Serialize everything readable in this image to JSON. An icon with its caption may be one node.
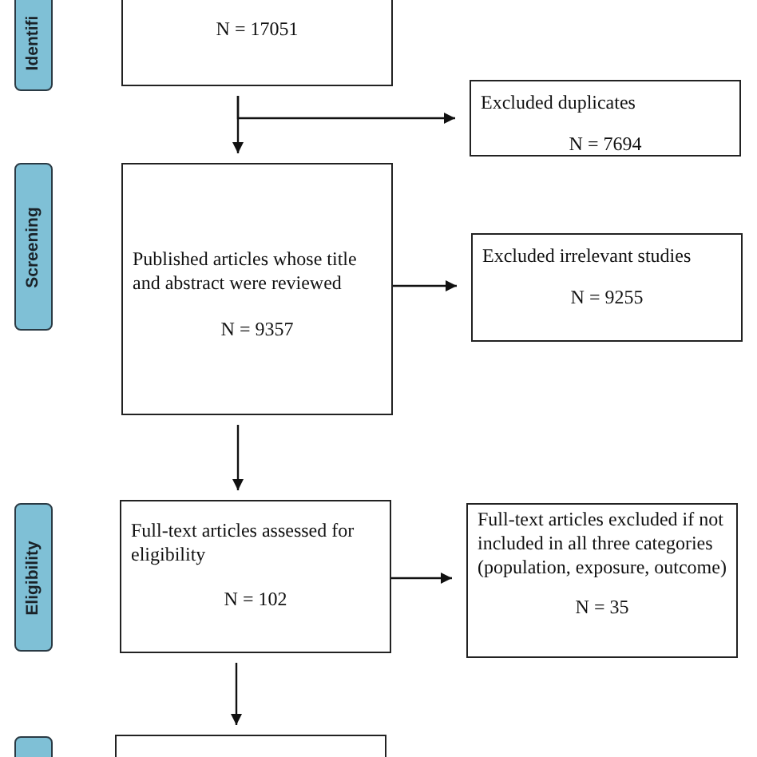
{
  "diagram": {
    "nodes": [
      {
        "text": [
          "Identifi"
        ]
      },
      {
        "text": [
          "N = 17051"
        ]
      },
      {
        "text": [
          "Excluded duplicates",
          "N = 7694"
        ]
      },
      {
        "text": [
          "Screening"
        ]
      },
      {
        "text": [
          "Published articles whose title and abstract were reviewed",
          "N = 9357"
        ]
      },
      {
        "text": [
          "Excluded irrelevant studies",
          "N = 9255"
        ]
      },
      {
        "text": [
          "Eligibility"
        ]
      },
      {
        "text": [
          "Full-text articles assessed for eligibility",
          "N = 102"
        ]
      },
      {
        "text": [
          "Full-text articles excluded if not included in all three categories (population, exposure, outcome)",
          "N = 35"
        ]
      },
      {
        "text": [],
        "shape": "box"
      },
      {
        "text": [],
        "shape": "box"
      }
    ],
    "edges": [
      {
        "from": 1,
        "to": 4,
        "arrow": "to"
      },
      {
        "from": 1,
        "to": 2,
        "arrow": "to"
      },
      {
        "from": 4,
        "to": 5,
        "arrow": "to"
      },
      {
        "from": 4,
        "to": 7,
        "arrow": "to"
      },
      {
        "from": 7,
        "to": 8,
        "arrow": "to"
      },
      {
        "from": 7,
        "to": 10,
        "arrow": "to"
      }
    ]
  }
}
